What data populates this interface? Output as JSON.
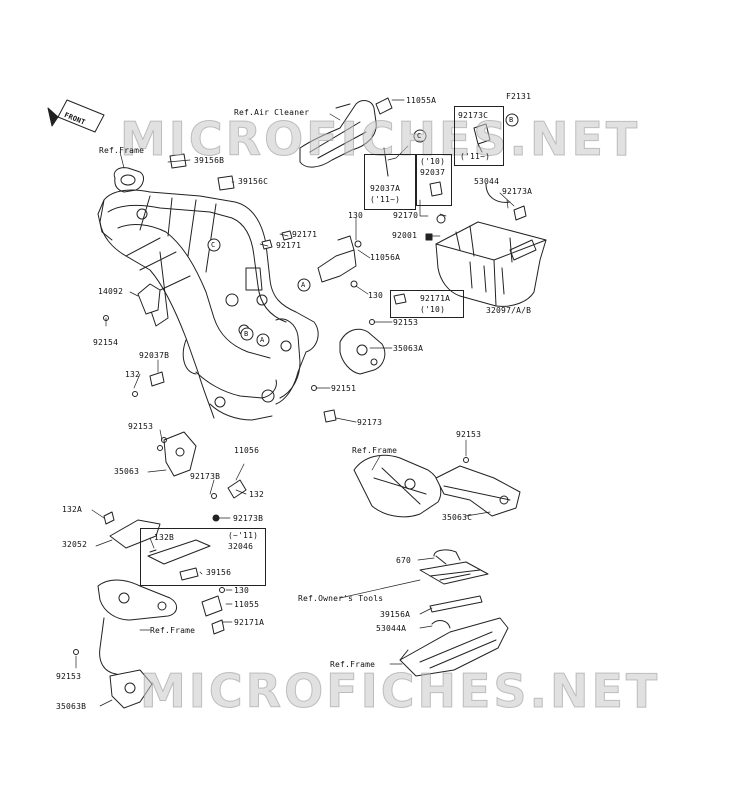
{
  "diagram": {
    "code": "F2131",
    "front": "FRONT",
    "watermark": "MICROFICHES.NET",
    "callouts": {
      "a": "A",
      "b": "B",
      "c": "C"
    },
    "labels": {
      "ref_frame_top": "Ref.Frame",
      "ref_air_cleaner": "Ref.Air Cleaner",
      "ref_frame_mid": "Ref.Frame",
      "ref_frame_low": "Ref.Frame",
      "ref_frame_bottom": "Ref.Frame",
      "ref_owners_tools": "Ref.Owner's Tools",
      "p11055A": "11055A",
      "p92173C": "92173C",
      "p11on_a": "('11~)",
      "p39156B": "39156B",
      "p39156C": "39156C",
      "p92037A": "92037A",
      "p11on_b": "('11~)",
      "p10_a": "('10)",
      "p92037": "92037",
      "p53044": "53044",
      "p92173A": "92173A",
      "p130_a": "130",
      "p92170": "92170",
      "p92171_a": "92171",
      "p92171_b": "92171",
      "p92001": "92001",
      "p11056A": "11056A",
      "p14092": "14092",
      "p130_b": "130",
      "p92171A_a": "92171A",
      "p10_b": "('10)",
      "p32097AB": "32097/A/B",
      "p92153_a": "92153",
      "p92154": "92154",
      "p35063A": "35063A",
      "p92037B": "92037B",
      "p132_a": "132",
      "p92151": "92151",
      "p92173": "92173",
      "p92153_b": "92153",
      "p92153_c": "92153",
      "p11056": "11056",
      "p35063": "35063",
      "p92173B_a": "92173B",
      "p132_b": "132",
      "p92173B_b": "92173B",
      "p35063C": "35063C",
      "p132A": "132A",
      "p32052": "32052",
      "p132B": "132B",
      "p11prior": "(~'11)",
      "p32046": "32046",
      "p39156": "39156",
      "p130_c": "130",
      "p11055": "11055",
      "p92171A_b": "92171A",
      "p670": "670",
      "p39156A": "39156A",
      "p53044A": "53044A",
      "p92153_d": "92153",
      "p35063B": "35063B"
    }
  }
}
